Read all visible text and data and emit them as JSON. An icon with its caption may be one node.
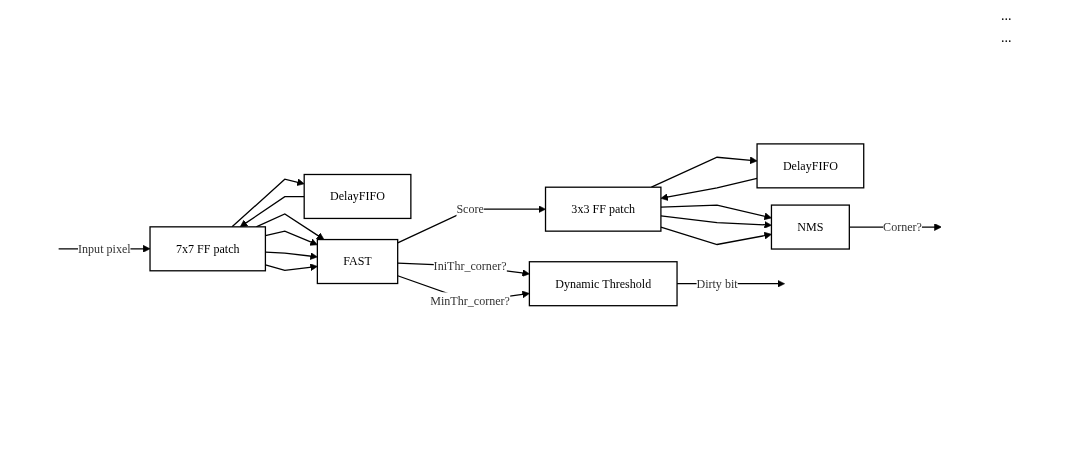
{
  "diagram": {
    "nodes": [
      {
        "text": [
          "7x7 FF patch"
        ]
      },
      {
        "text": [
          "DelayFIFO"
        ]
      },
      {
        "text": [
          "FAST"
        ]
      },
      {
        "text": [
          "Dynamic Threshold"
        ]
      },
      {
        "text": [
          "3x3 FF patch"
        ]
      },
      {
        "text": [
          "DelayFIFO"
        ]
      },
      {
        "text": [
          "NMS"
        ]
      }
    ],
    "edges": [
      {
        "from": null,
        "to": 0,
        "arrow": "to",
        "label": "Input pixel"
      },
      {
        "from": 1,
        "to": 0,
        "arrow": "to"
      },
      {
        "from": 0,
        "to": 1,
        "arrow": "to"
      },
      {
        "from": 0,
        "to": 2,
        "arrow": "to"
      },
      {
        "from": 0,
        "to": 2,
        "arrow": "to"
      },
      {
        "from": 0,
        "to": 2,
        "arrow": "to"
      },
      {
        "from": 0,
        "to": 2,
        "arrow": "to"
      },
      {
        "from": 2,
        "to": 4,
        "arrow": "to",
        "label": "Score"
      },
      {
        "from": 2,
        "to": 3,
        "arrow": "to",
        "label": "IniThr_corner?"
      },
      {
        "from": 2,
        "to": 3,
        "arrow": "to",
        "label": "MinThr_corner?"
      },
      {
        "from": 3,
        "to": null,
        "arrow": "to",
        "label": "Dirty bit"
      },
      {
        "from": 5,
        "to": 4,
        "arrow": "to"
      },
      {
        "from": 4,
        "to": 5,
        "arrow": "to"
      },
      {
        "from": 4,
        "to": 6,
        "arrow": "to"
      },
      {
        "from": 4,
        "to": 6,
        "arrow": "to"
      },
      {
        "from": 4,
        "to": 6,
        "arrow": "to"
      },
      {
        "from": 6,
        "to": null,
        "arrow": "to",
        "label": "Corner?"
      }
    ],
    "labels": [
      "...",
      "..."
    ]
  }
}
